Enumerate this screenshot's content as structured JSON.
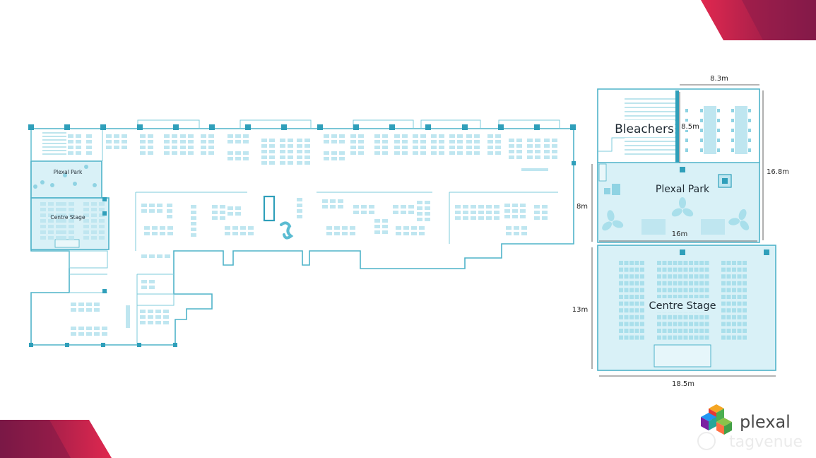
{
  "overview": {
    "park_label": "Plexal Park",
    "stage_label": "Centre Stage"
  },
  "detail": {
    "bleachers_label": "Bleachers",
    "park_label": "Plexal Park",
    "stage_label": "Centre Stage",
    "dimensions": {
      "top_width": "8.3m",
      "bleacher_height": "8.5m",
      "right_height": "16.8m",
      "park_height": "8m",
      "park_width": "16m",
      "stage_height": "13m",
      "stage_width": "18.5m"
    }
  },
  "brand": {
    "logo_text": "plexal",
    "watermark_text": "tagvenue"
  },
  "colors": {
    "accent_red": "#d7264f",
    "accent_purple": "#8a1c4a",
    "plan_line": "#4fb3c9",
    "plan_fill": "#d9f1f7"
  }
}
